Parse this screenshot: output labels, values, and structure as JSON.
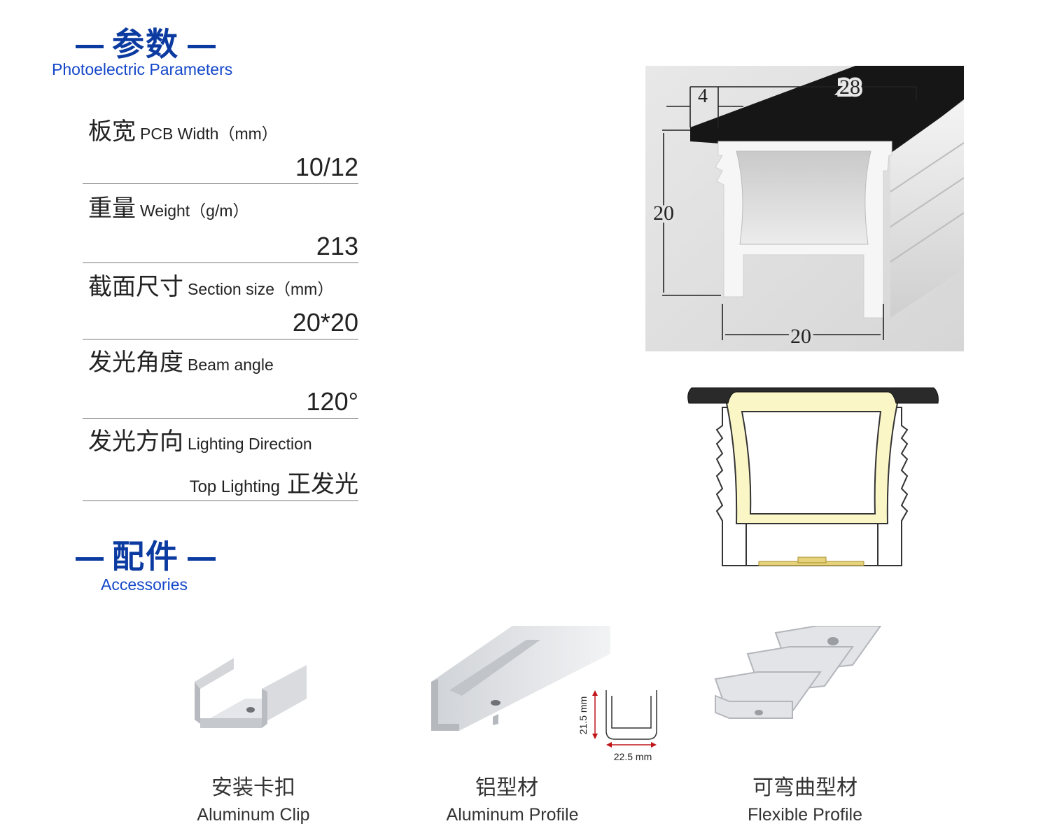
{
  "params_section": {
    "title": "参数",
    "subtitle": "Photoelectric Parameters"
  },
  "params": [
    {
      "cn": "板宽",
      "en": "PCB Width（mm）",
      "value": "10/12"
    },
    {
      "cn": "重量",
      "en": "Weight（g/m）",
      "value": "213"
    },
    {
      "cn": "截面尺寸",
      "en": "Section size（mm）",
      "value": "20*20"
    },
    {
      "cn": "发光角度",
      "en": "Beam angle",
      "value": "120°"
    },
    {
      "cn": "发光方向",
      "en": "Lighting Direction",
      "value_en": "Top Lighting",
      "value_cn": "正发光"
    }
  ],
  "dimensions": {
    "top_offset": "4",
    "top_width": "28",
    "height": "20",
    "bottom_width": "20"
  },
  "accessories_section": {
    "title": "配件",
    "subtitle": "Accessories"
  },
  "accessories": [
    {
      "cn": "安装卡扣",
      "en": "Aluminum Clip"
    },
    {
      "cn": "铝型材",
      "en": "Aluminum Profile",
      "dim_height": "21.5 mm",
      "dim_width": "22.5 mm"
    },
    {
      "cn": "可弯曲型材",
      "en": "Flexible Profile"
    }
  ],
  "colors": {
    "brand_blue": "#0b3aa0",
    "subtitle_blue": "#1447c8",
    "glow": "#fbf6c6",
    "cover": "#222222"
  }
}
